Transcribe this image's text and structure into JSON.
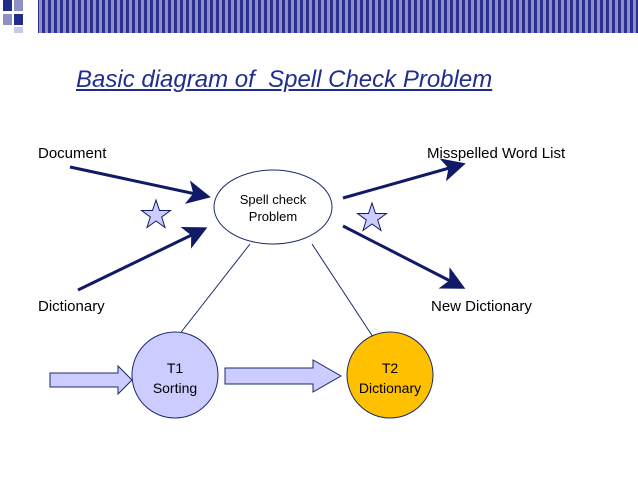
{
  "title": "Basic diagram of  Spell Check Problem",
  "inputs": {
    "document": "Document",
    "dictionary": "Dictionary"
  },
  "outputs": {
    "misspelled": "Misspelled Word List",
    "new_dictionary": "New Dictionary"
  },
  "center_node": {
    "line1": "Spell check",
    "line2": "Problem"
  },
  "t1": {
    "line1": "T1",
    "line2": "Sorting"
  },
  "t2": {
    "line1": "T2",
    "line2": "Dictionary"
  },
  "colors": {
    "title": "#1f2d8f",
    "arrow": "#101a66",
    "t1_fill": "#ccccff",
    "t2_fill": "#ffc000",
    "block_arrow_fill": "#ccccff",
    "header_squares": "#2b2f8e"
  }
}
